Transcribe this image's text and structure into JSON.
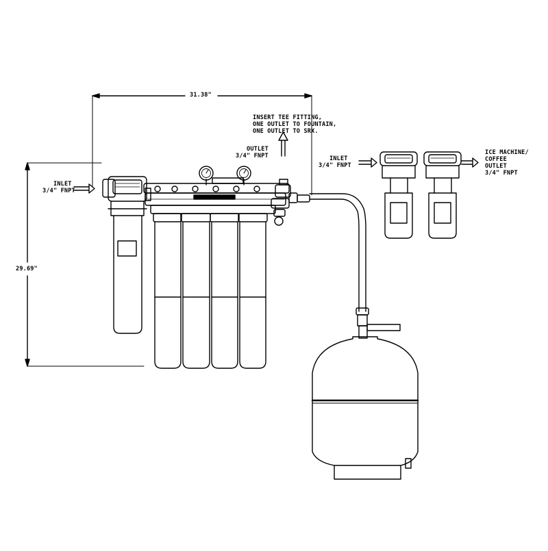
{
  "dimensions": {
    "width_label": "31.38\"",
    "height_label": "29.69\""
  },
  "labels": {
    "inlet_main": [
      "INLET",
      "3/4\" FNPT"
    ],
    "outlet_main": [
      "OUTLET",
      "3/4\" FNPT"
    ],
    "tee_note": [
      "INSERT TEE FITTING,",
      "ONE OUTLET TO FOUNTAIN,",
      "ONE OUTLET TO SRX."
    ],
    "inlet_secondary": [
      "INLET",
      "3/4\" FNPT"
    ],
    "ice_outlet": [
      "ICE MACHINE/",
      "COFFEE",
      "OUTLET",
      "3/4\" FNPT"
    ]
  },
  "colors": {
    "line": "#000000",
    "background": "#ffffff"
  }
}
